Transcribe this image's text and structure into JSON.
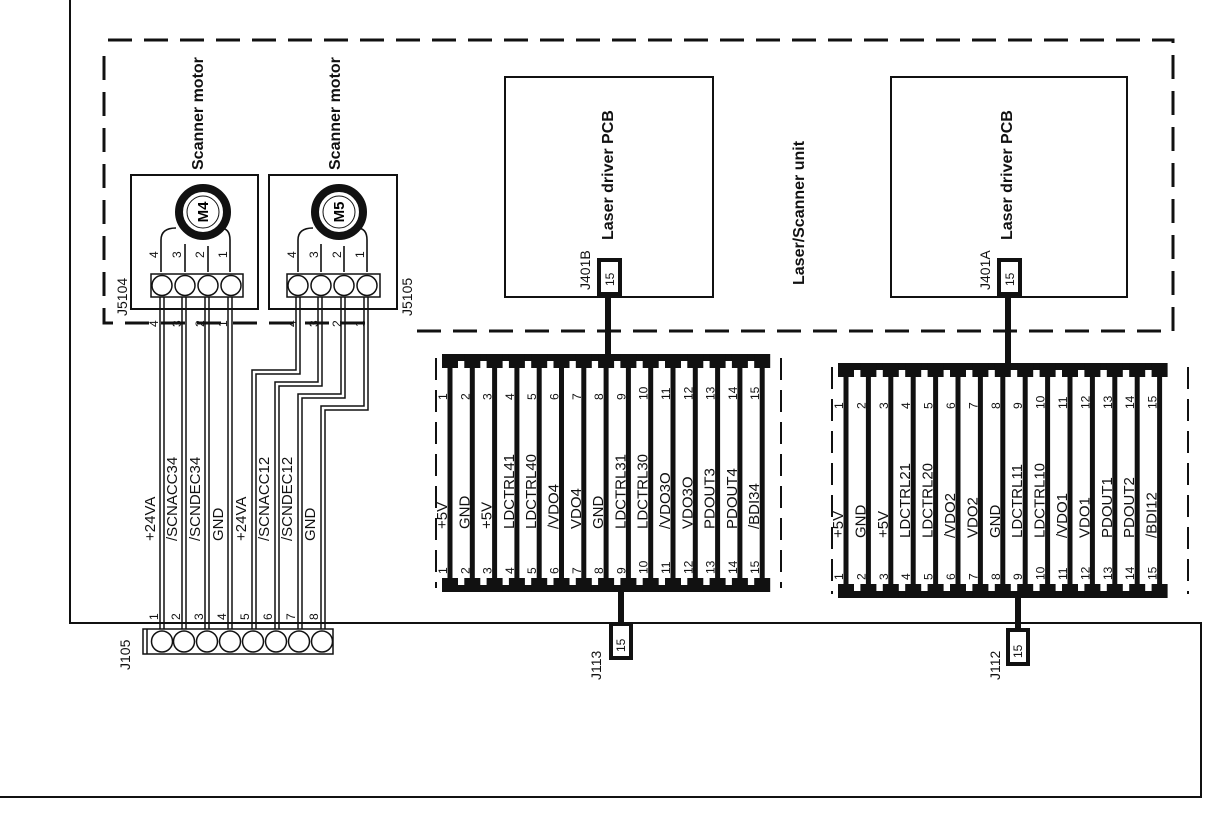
{
  "scanner_motor_m4": {
    "title": "Scanner motor",
    "motor": "M4",
    "connector": "J5104",
    "pins": [
      "4",
      "3",
      "2",
      "1"
    ]
  },
  "scanner_motor_m5": {
    "title": "Scanner motor",
    "motor": "M5",
    "connector": "J5105",
    "pins": [
      "4",
      "3",
      "2",
      "1"
    ]
  },
  "laser_scanner_unit": {
    "label": "Laser/Scanner unit"
  },
  "laser_driver_b": {
    "title": "Laser driver PCB",
    "connector": "J401B",
    "pin_count": "15"
  },
  "laser_driver_a": {
    "title": "Laser driver PCB",
    "connector": "J401A",
    "pin_count": "15"
  },
  "j105": {
    "label": "J105",
    "pins": [
      "1",
      "2",
      "3",
      "4",
      "5",
      "6",
      "7",
      "8"
    ],
    "signals": [
      "+24VA",
      "/SCNACC34",
      "/SCNDEC34",
      "GND",
      "+24VA",
      "/SCNACC12",
      "/SCNDEC12",
      "GND"
    ]
  },
  "cable_j113": {
    "label": "J113",
    "pin_count": "15",
    "pins": [
      "1",
      "2",
      "3",
      "4",
      "5",
      "6",
      "7",
      "8",
      "9",
      "10",
      "11",
      "12",
      "13",
      "14",
      "15"
    ],
    "signals": [
      "+5V",
      "GND",
      "+5V",
      "LDCTRL41",
      "LDCTRL40",
      "/VDO4",
      "VDO4",
      "GND",
      "LDCTRL31",
      "LDCTRL30",
      "/VDO3O",
      "VDO3O",
      "PDOUT3",
      "PDOUT4",
      "/BDI34"
    ]
  },
  "cable_j112": {
    "label": "J112",
    "pin_count": "15",
    "pins": [
      "1",
      "2",
      "3",
      "4",
      "5",
      "6",
      "7",
      "8",
      "9",
      "10",
      "11",
      "12",
      "13",
      "14",
      "15"
    ],
    "signals": [
      "+5V",
      "GND",
      "+5V",
      "LDCTRL21",
      "LDCTRL20",
      "/VDO2",
      "VDO2",
      "GND",
      "LDCTRL11",
      "LDCTRL10",
      "/VDO1",
      "VDO1",
      "PDOUT1",
      "PDOUT2",
      "/BDI12"
    ]
  }
}
